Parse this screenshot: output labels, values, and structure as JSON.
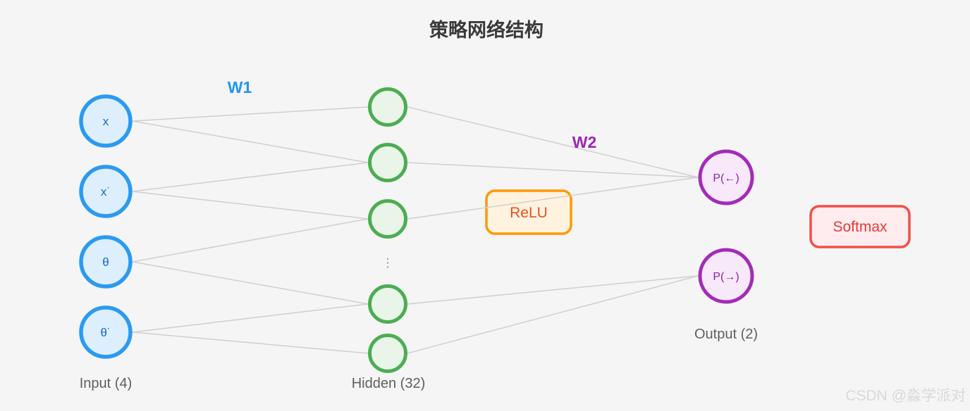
{
  "title": "策略网络结构",
  "diagram": {
    "type": "neural-network",
    "layers": {
      "input": {
        "caption": "Input (4)",
        "nodes": [
          {
            "label": "x"
          },
          {
            "label": "x˙"
          },
          {
            "label": "θ"
          },
          {
            "label": "θ˙"
          }
        ]
      },
      "hidden": {
        "caption": "Hidden (32)",
        "visible_node_count": 5,
        "ellipsis": "⋮"
      },
      "output": {
        "caption": "Output (2)",
        "nodes": [
          {
            "label": "P(←)"
          },
          {
            "label": "P(→)"
          }
        ]
      }
    },
    "weights": {
      "w1": "W1",
      "w2": "W2"
    },
    "activation": {
      "hidden_box_label": "ReLU",
      "output_box_label": "Softmax"
    },
    "edges": {
      "input_to_hidden": [
        [
          0,
          0
        ],
        [
          0,
          1
        ],
        [
          1,
          1
        ],
        [
          1,
          2
        ],
        [
          2,
          2
        ],
        [
          2,
          3
        ],
        [
          3,
          3
        ],
        [
          3,
          4
        ]
      ],
      "hidden_to_output": [
        [
          0,
          0
        ],
        [
          1,
          0
        ],
        [
          2,
          0
        ],
        [
          3,
          1
        ],
        [
          4,
          1
        ]
      ]
    },
    "colors": {
      "input_stroke": "#2b9af0",
      "input_fill": "#ddeefc",
      "input_text": "#1b66c0",
      "hidden_stroke": "#4cad52",
      "hidden_fill": "#e9f5e9",
      "output_stroke": "#a32cb8",
      "output_fill": "#f7e9f9",
      "output_text": "#8e24aa",
      "relu_border": "#ff9800",
      "relu_fill": "#fff3e0",
      "relu_text": "#e8501e",
      "softmax_border": "#f05048",
      "softmax_fill": "#ffecee",
      "softmax_text": "#e53935",
      "w1_label": "#2196f3",
      "w2_label": "#9c27b0",
      "edge": "#cfcfcf",
      "title_text": "#3a3a3a",
      "caption_text": "#5f5f5f"
    }
  },
  "watermark": "CSDN @淼学派对"
}
